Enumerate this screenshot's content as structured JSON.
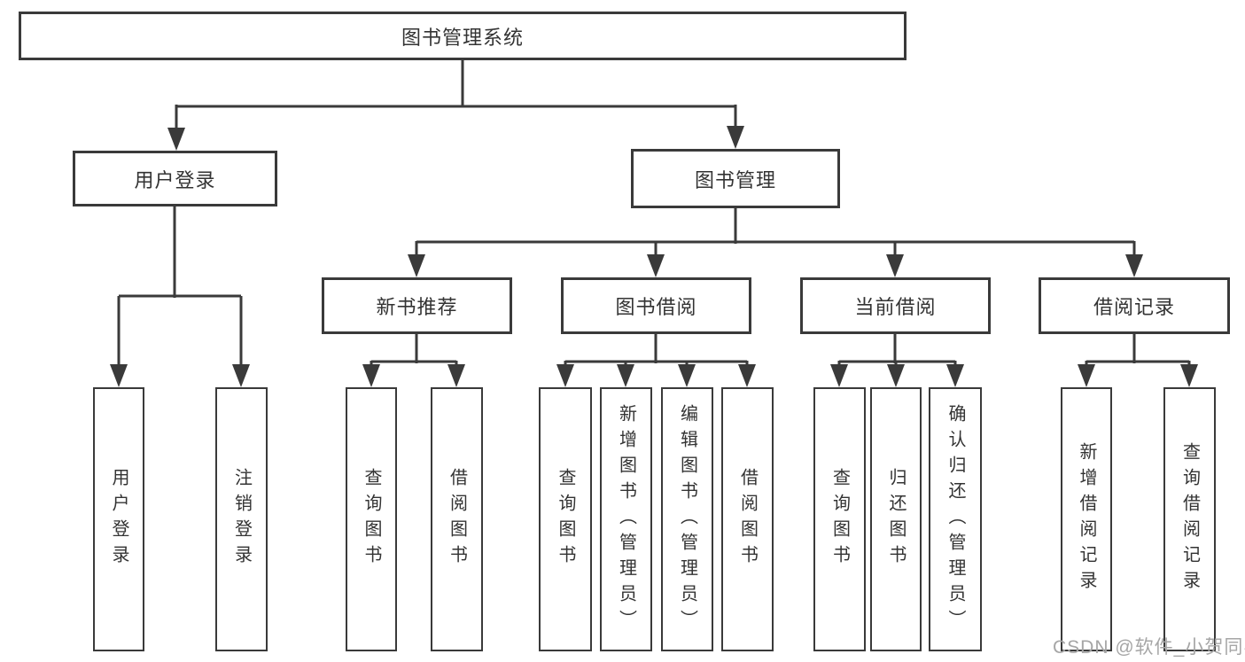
{
  "tree": {
    "root": "图书管理系统",
    "level2": [
      {
        "label": "用户登录"
      },
      {
        "label": "图书管理"
      }
    ],
    "login_children": [
      "用户登录",
      "注销登录"
    ],
    "level3": [
      {
        "label": "新书推荐",
        "children": [
          "查询图书",
          "借阅图书"
        ]
      },
      {
        "label": "图书借阅",
        "children": [
          "查询图书",
          "新增图书（管理员）",
          "编辑图书（管理员）",
          "借阅图书"
        ]
      },
      {
        "label": "当前借阅",
        "children": [
          "查询图书",
          "归还图书",
          "确认归还（管理员）"
        ]
      },
      {
        "label": "借阅记录",
        "children": [
          "新增借阅记录",
          "查询借阅记录"
        ]
      }
    ]
  },
  "watermark": "CSDN @软件_小贺同学",
  "colors": {
    "line": "#3a3a3a",
    "text": "#333333",
    "watermark": "#a6a6a6",
    "background": "#ffffff"
  }
}
